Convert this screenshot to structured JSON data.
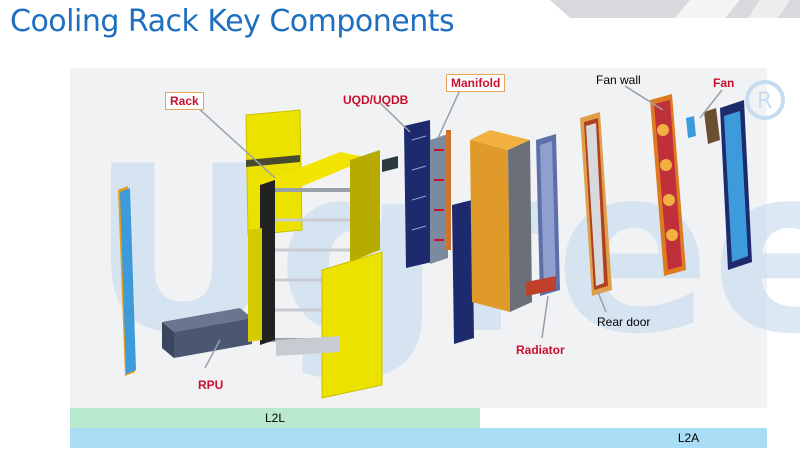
{
  "title": "Cooling Rack Key Components",
  "labels": {
    "rack": "Rack",
    "uqd": "UQD/UQDB",
    "manifold": "Manifold",
    "fan_wall": "Fan wall",
    "fan": "Fan",
    "rpu": "RPU",
    "radiator": "Radiator",
    "rear_door": "Rear door"
  },
  "bars": {
    "l2l": "L2L",
    "l2a": "L2A"
  },
  "watermark_text": "Ugreeo",
  "colors": {
    "title": "#1f6fc0",
    "label_red": "#c8102e",
    "l2l_bar": "#b9ead0",
    "l2a_bar": "#a9dcf5",
    "rack_yellow": "#f2e300",
    "panel_blue": "#3d9bdc",
    "dark_navy": "#1e2a6e",
    "cabinet_orange": "#e09a2a"
  }
}
